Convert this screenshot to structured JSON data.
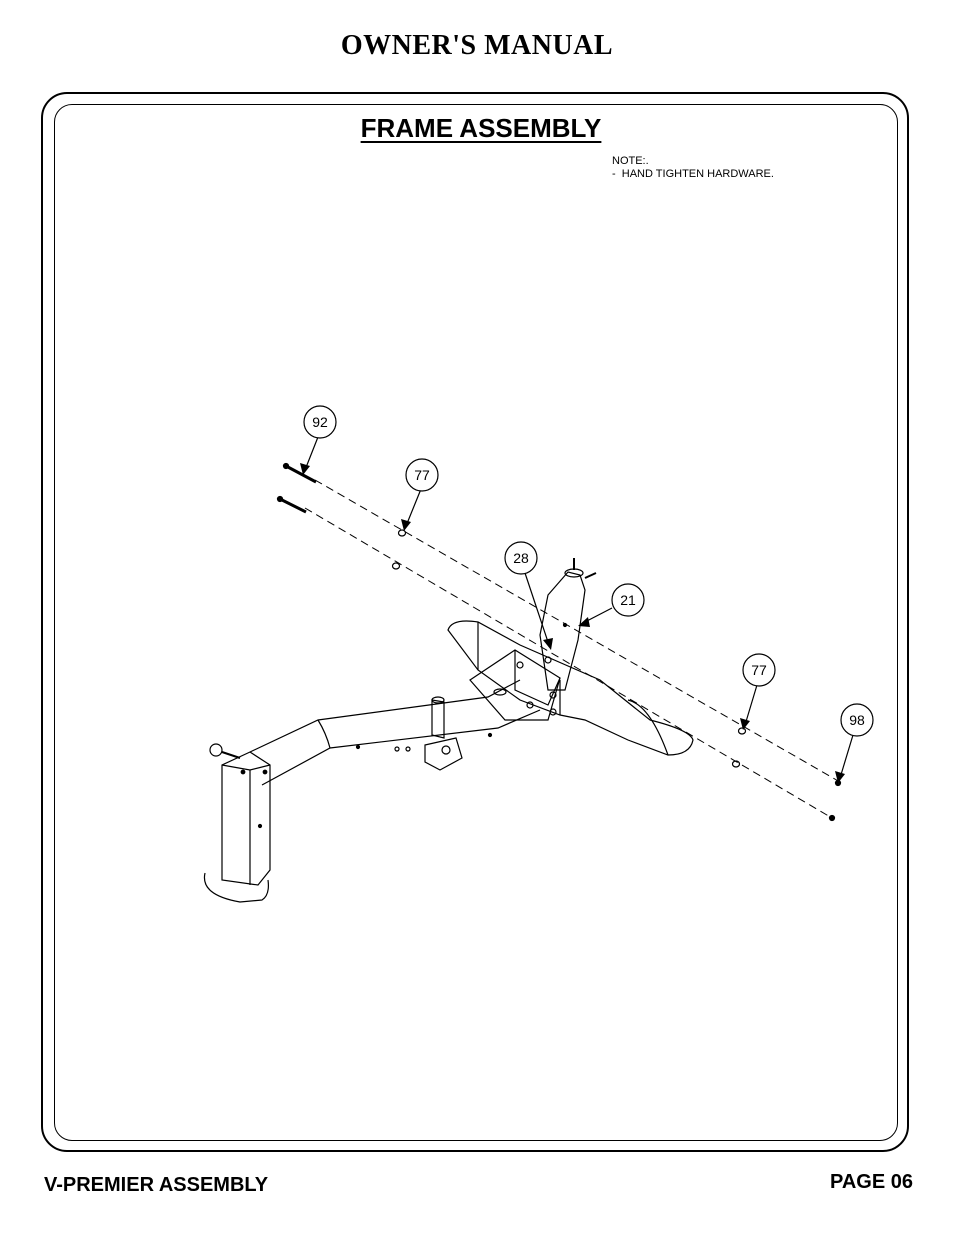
{
  "header": {
    "title": "OWNER'S MANUAL"
  },
  "section": {
    "title": "FRAME ASSEMBLY",
    "note": "NOTE:.\n-  HAND TIGHTEN HARDWARE."
  },
  "callouts": {
    "c92": "92",
    "c77a": "77",
    "c28": "28",
    "c21": "21",
    "c77b": "77",
    "c98": "98"
  },
  "footer": {
    "left": "V-PREMIER ASSEMBLY",
    "right": "PAGE 06"
  }
}
